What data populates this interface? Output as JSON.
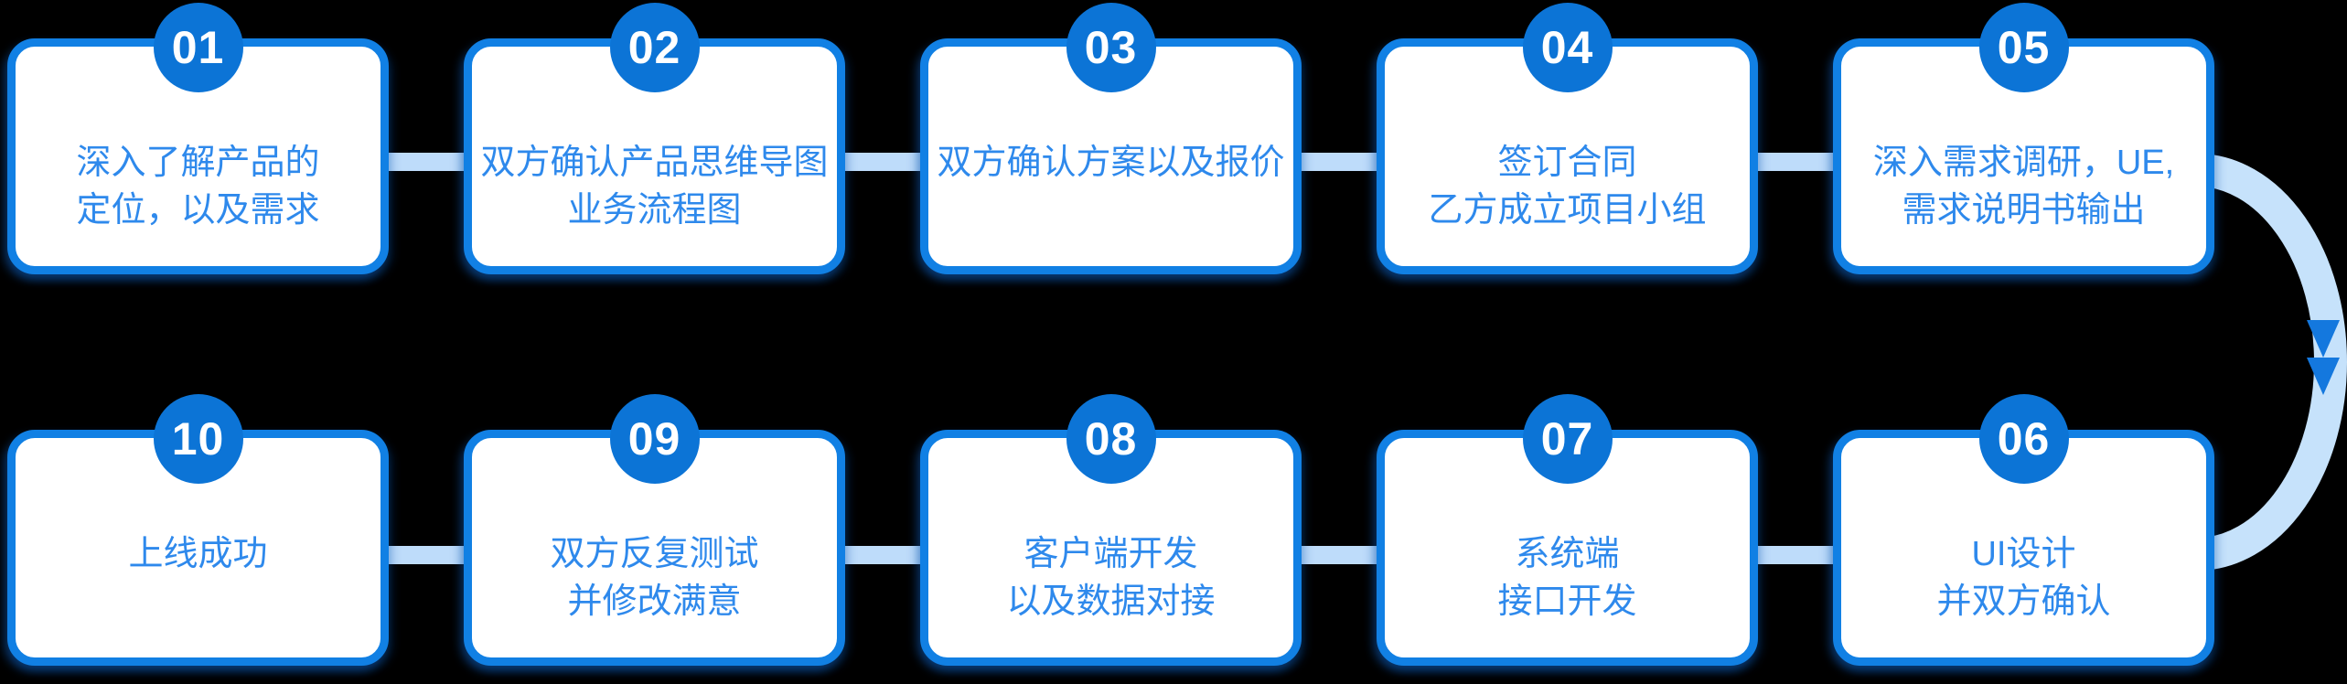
{
  "colors": {
    "background": "#000000",
    "card-bg": "#FFFFFF",
    "card-border": "#1180E4",
    "badge-bg": "#0C74D6",
    "badge-text": "#FFFFFF",
    "step-text": "#2E89EC",
    "connector": "#BEDCFA",
    "arc": "#C6E2FB",
    "arrowhead": "#1478DE"
  },
  "flow": {
    "type": "process-flow",
    "row1_order": [
      "01",
      "02",
      "03",
      "04",
      "05"
    ],
    "row2_order": [
      "10",
      "09",
      "08",
      "07",
      "06"
    ],
    "arrow": {
      "from": "05",
      "to": "06",
      "style": "curved-right",
      "arrowheads": 2,
      "direction": "down"
    },
    "steps": [
      {
        "number": "01",
        "line1": "深入了解产品的",
        "line2": "定位，以及需求"
      },
      {
        "number": "02",
        "line1": "双方确认产品思维导图",
        "line2": "业务流程图"
      },
      {
        "number": "03",
        "line1": "双方确认方案以及报价",
        "line2": ""
      },
      {
        "number": "04",
        "line1": "签订合同",
        "line2": "乙方成立项目小组"
      },
      {
        "number": "05",
        "line1": "深入需求调研，UE,",
        "line2": "需求说明书输出"
      },
      {
        "number": "06",
        "line1": "UI设计",
        "line2": "并双方确认"
      },
      {
        "number": "07",
        "line1": "系统端",
        "line2": "接口开发"
      },
      {
        "number": "08",
        "line1": "客户端开发",
        "line2": "以及数据对接"
      },
      {
        "number": "09",
        "line1": "双方反复测试",
        "line2": "并修改满意"
      },
      {
        "number": "10",
        "line1": "上线成功",
        "line2": ""
      }
    ]
  }
}
